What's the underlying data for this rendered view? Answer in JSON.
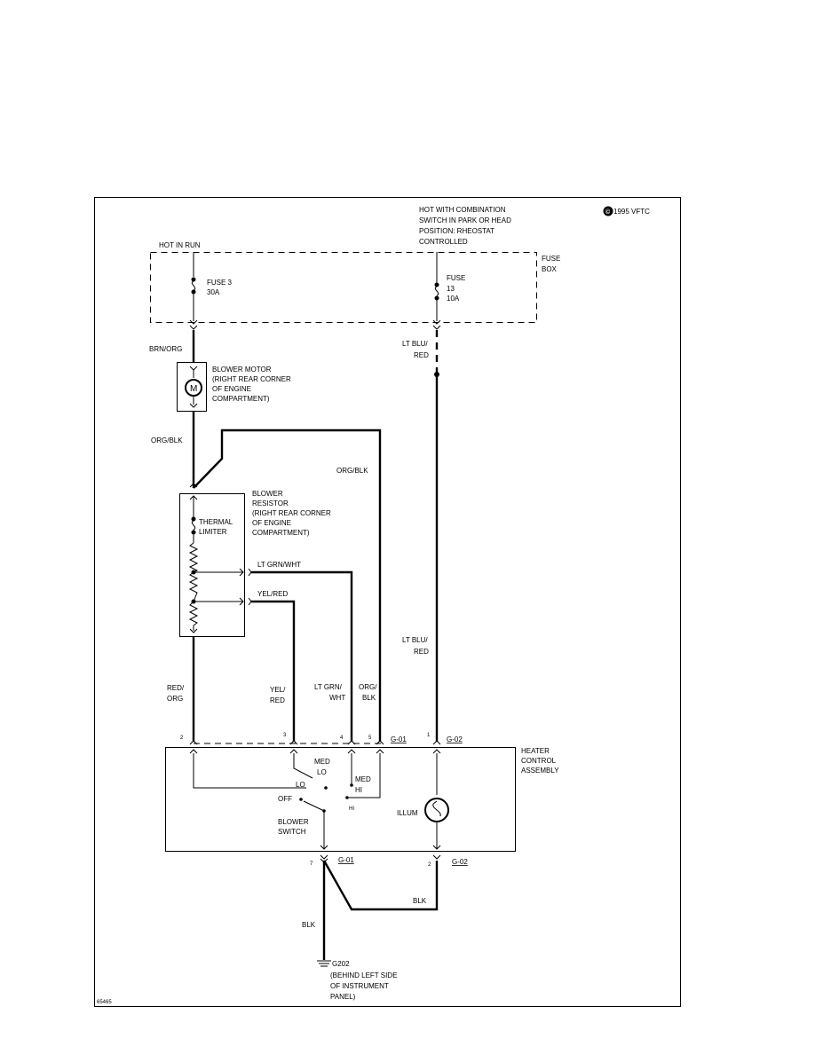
{
  "copyright": "1995 VFTC",
  "figure_id": "65465",
  "power": {
    "hot_in_run": "HOT IN RUN",
    "hot_with_combination": [
      "HOT WITH COMBINATION",
      "SWITCH IN PARK OR HEAD",
      "POSITION: RHEOSTAT",
      "CONTROLLED"
    ]
  },
  "fuse_box": {
    "label": [
      "FUSE",
      "BOX"
    ],
    "fuse3": [
      "FUSE 3",
      "30A"
    ],
    "fuse13": [
      "FUSE",
      "13",
      "10A"
    ]
  },
  "wires": {
    "brn_org": "BRN/ORG",
    "org_blk_top": "ORG/BLK",
    "org_blk_right": "ORG/BLK",
    "lt_blu_red_top": [
      "LT BLU/",
      "RED"
    ],
    "lt_blu_red_mid": [
      "LT BLU/",
      "RED"
    ],
    "lt_grn_wht_h": "LT GRN/WHT",
    "yel_red_h": "YEL/RED",
    "red_org": [
      "RED/",
      "ORG"
    ],
    "yel_red_v": [
      "YEL/",
      "RED"
    ],
    "lt_grn_wht_v": [
      "LT GRN/",
      "WHT"
    ],
    "org_blk_v": [
      "ORG/",
      "BLK"
    ],
    "blk_right": "BLK",
    "blk_down": "BLK"
  },
  "blower_motor": {
    "symbol": "M",
    "label": [
      "BLOWER MOTOR",
      "(RIGHT REAR CORNER",
      "OF ENGINE",
      "COMPARTMENT)"
    ]
  },
  "blower_resistor": {
    "label": [
      "BLOWER",
      "RESISTOR",
      "(RIGHT REAR CORNER",
      "OF ENGINE",
      "COMPARTMENT)"
    ],
    "thermal_limiter": [
      "THERMAL",
      "LIMITER"
    ]
  },
  "heater_control": {
    "label": [
      "HEATER",
      "CONTROL",
      "ASSEMBLY"
    ],
    "connector_g01_top": "G-01",
    "connector_g02_top": "G-02",
    "connector_g01_bottom": "G-01",
    "connector_g02_bottom": "G-02",
    "pins_top": [
      "2",
      "3",
      "4",
      "5",
      "1"
    ],
    "pins_bottom": [
      "7",
      "2"
    ],
    "switch_positions": {
      "med_lo": [
        "MED",
        "LO"
      ],
      "lo": "LO",
      "med_hi": [
        "MED",
        "HI"
      ],
      "off": "OFF",
      "hi": "HI"
    },
    "blower_switch": [
      "BLOWER",
      "SWITCH"
    ],
    "illum": "ILLUM"
  },
  "ground": {
    "id": "G202",
    "label": [
      "(BEHIND LEFT SIDE",
      "OF INSTRUMENT",
      "PANEL)"
    ]
  }
}
